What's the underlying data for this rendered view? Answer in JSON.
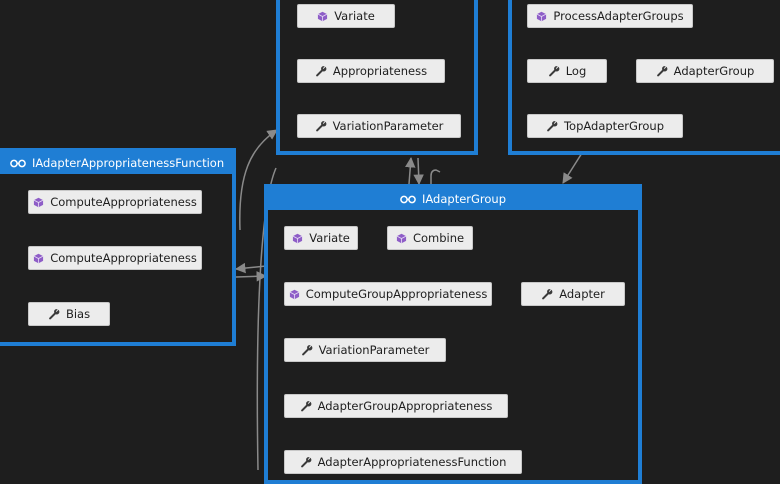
{
  "colors": {
    "background": "#1e1e1e",
    "node_border": "#1f7ed4",
    "member_bg": "#ececec",
    "edge": "#8a8a8a",
    "method_icon": "#8e5dc7",
    "property_icon": "#3a3a3a"
  },
  "nodes": {
    "variate_group": {
      "title": "",
      "members": [
        {
          "label": "Variate",
          "icon": "method-icon"
        },
        {
          "label": "Appropriateness",
          "icon": "wrench-icon"
        },
        {
          "label": "VariationParameter",
          "icon": "wrench-icon"
        }
      ]
    },
    "process_group": {
      "title": "",
      "members": [
        {
          "label": "ProcessAdapterGroups",
          "icon": "method-icon"
        },
        {
          "label": "Log",
          "icon": "wrench-icon"
        },
        {
          "label": "AdapterGroup",
          "icon": "wrench-icon"
        },
        {
          "label": "TopAdapterGroup",
          "icon": "wrench-icon"
        }
      ]
    },
    "appropriateness_function": {
      "title": "IAdapterAppropriatenessFunction",
      "members": [
        {
          "label": "ComputeAppropriateness",
          "icon": "method-icon"
        },
        {
          "label": "ComputeAppropriateness",
          "icon": "method-icon"
        },
        {
          "label": "Bias",
          "icon": "wrench-icon"
        }
      ]
    },
    "adapter_group": {
      "title": "IAdapterGroup",
      "members": [
        {
          "label": "Variate",
          "icon": "method-icon"
        },
        {
          "label": "Combine",
          "icon": "method-icon"
        },
        {
          "label": "ComputeGroupAppropriateness",
          "icon": "method-icon"
        },
        {
          "label": "Adapter",
          "icon": "wrench-icon"
        },
        {
          "label": "VariationParameter",
          "icon": "wrench-icon"
        },
        {
          "label": "AdapterGroupAppropriateness",
          "icon": "wrench-icon"
        },
        {
          "label": "AdapterAppropriatenessFunction",
          "icon": "wrench-icon"
        }
      ]
    }
  }
}
